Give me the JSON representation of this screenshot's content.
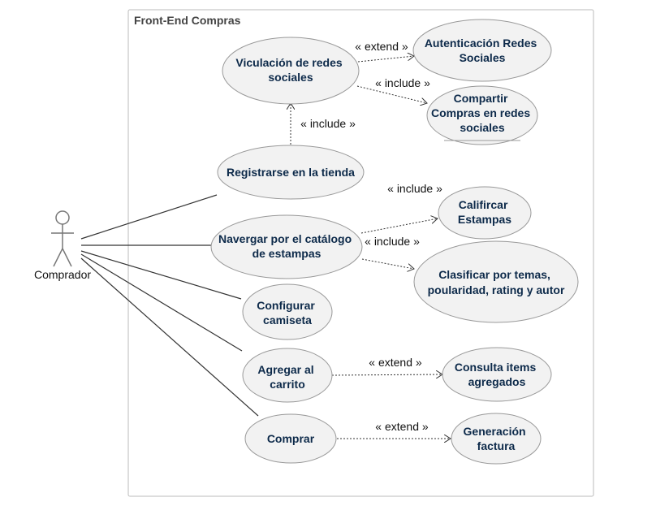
{
  "system_boundary": {
    "title": "Front-End Compras"
  },
  "actor": {
    "name": "Comprador"
  },
  "colors": {
    "ellipse_fill": "#f2f2f2",
    "ellipse_stroke": "#999999",
    "text": "#0d2a4a",
    "line": "#333333"
  },
  "use_cases": {
    "vinculacion": [
      "Viculación de redes",
      "sociales"
    ],
    "autenticacion": [
      "Autenticación Redes",
      "Sociales"
    ],
    "compartir": [
      "Compartir",
      "Compras en redes",
      "sociales"
    ],
    "registrarse": [
      "Registrarse en la tienda"
    ],
    "calificar": [
      "Califircar",
      "Estampas"
    ],
    "navegar": [
      "Navergar por el catálogo",
      "de estampas"
    ],
    "clasificar": [
      "Clasificar por temas,",
      "poularidad, rating y autor"
    ],
    "configurar": [
      "Configurar",
      "camiseta"
    ],
    "agregar": [
      "Agregar al",
      "carrito"
    ],
    "consulta": [
      "Consulta items",
      "agregados"
    ],
    "comprar": [
      "Comprar"
    ],
    "factura": [
      "Generación",
      "factura"
    ]
  },
  "relations": {
    "vinc_auth": "« extend »",
    "vinc_comp": "« include »",
    "reg_vinc": "« include »",
    "nav_calif": "« include »",
    "nav_clas": "« include »",
    "agr_cons": "« extend »",
    "comp_fact": "« extend »"
  }
}
